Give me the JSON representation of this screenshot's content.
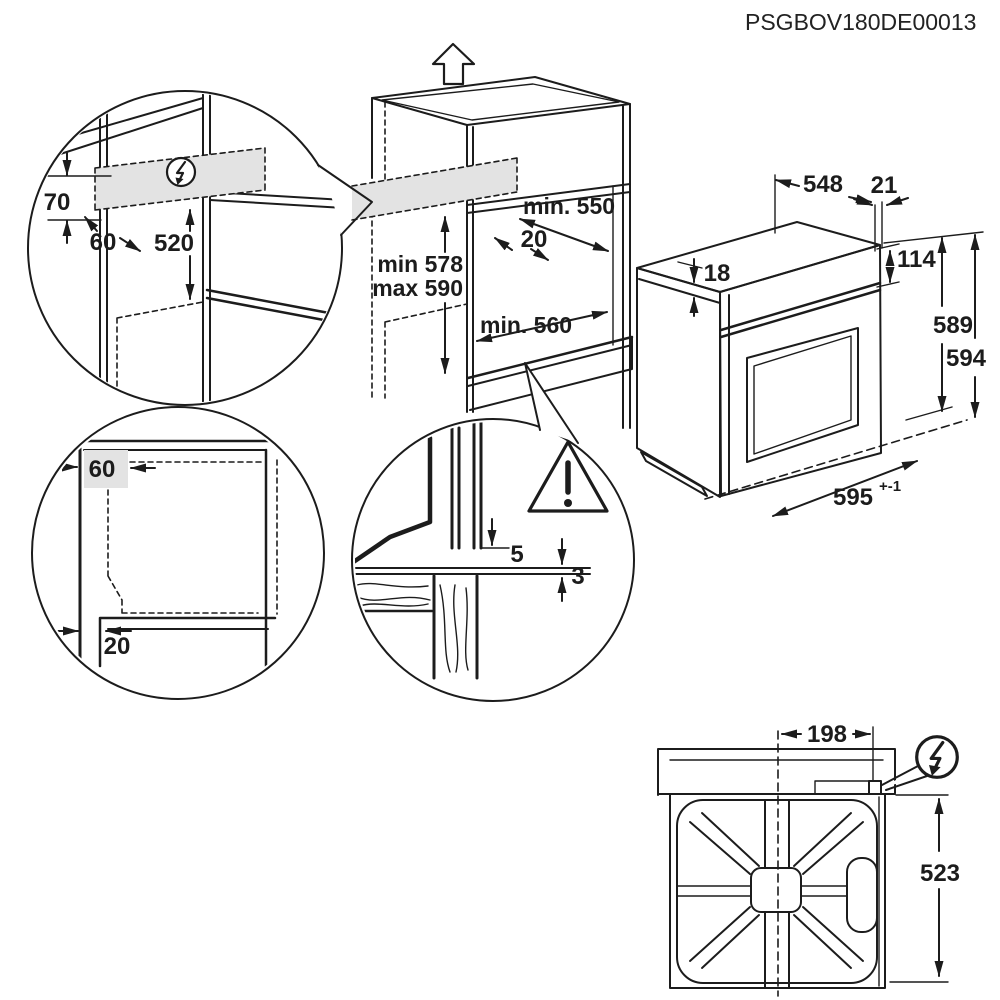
{
  "title": "PSGBOV180DE00013",
  "colors": {
    "line": "#1c1c1c",
    "shade": "#e3e3e3",
    "background": "#ffffff"
  },
  "icons": {
    "electric_1": "lightning-bolt",
    "electric_2": "lightning-bolt",
    "warning": "exclamation-triangle",
    "direction": "hollow-up-arrow"
  },
  "detail_top_left": {
    "dim_top_clearance": "70",
    "dim_side_offset": "60",
    "dim_height": "520"
  },
  "cabinet": {
    "dim_depth": "min. 550",
    "dim_gap": "20",
    "dim_niche_min": "min 578",
    "dim_niche_max": "max 590",
    "dim_width": "min. 560"
  },
  "oven": {
    "dim_depth": "548",
    "dim_rear": "21",
    "dim_top_trim": "18",
    "dim_panel": "114",
    "dim_height_a": "589",
    "dim_height_b": "594",
    "dim_width": "595",
    "dim_width_tol": "+-1"
  },
  "detail_bottom_left": {
    "dim_corner": "60",
    "dim_front": "20"
  },
  "detail_gap": {
    "dim_upper": "5",
    "dim_lower": "3"
  },
  "top_view": {
    "dim_offset": "198",
    "dim_depth": "523"
  }
}
